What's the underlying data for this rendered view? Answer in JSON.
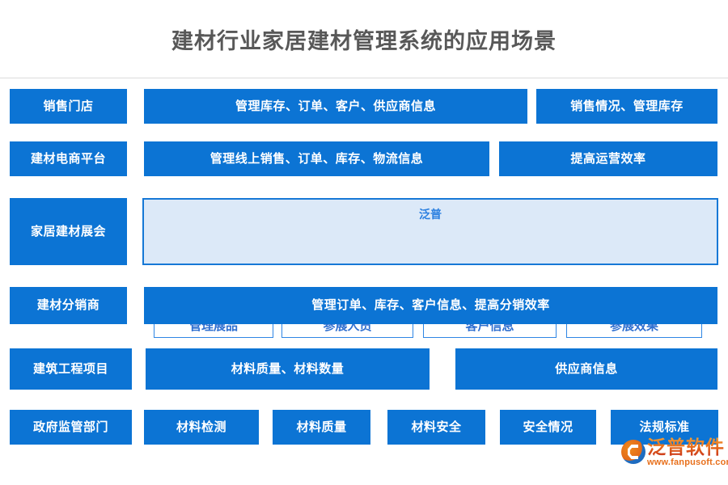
{
  "header": {
    "title": "建材行业家居建材管理系统的应用场景"
  },
  "diagram": {
    "rows": [
      {
        "label": "销售门店",
        "cells": [
          "管理库存、订单、客户、供应商信息",
          "销售情况、管理库存"
        ]
      },
      {
        "label": "建材电商平台",
        "cells": [
          "管理线上销售、订单、库存、物流信息",
          "提高运营效率"
        ]
      },
      {
        "label": "家居建材展会",
        "panel_title": "泛普",
        "cells": [
          "管理展品",
          "参展人员",
          "客户信息",
          "参展效果"
        ]
      },
      {
        "label": "建材分销商",
        "cells": [
          "管理订单、库存、客户信息、提高分销效率"
        ]
      },
      {
        "label": "建筑工程项目",
        "cells": [
          "材料质量、材料数量",
          "供应商信息"
        ]
      },
      {
        "label": "政府监管部门",
        "cells": [
          "材料检测",
          "材料质量",
          "材料安全",
          "安全情况",
          "法规标准"
        ]
      }
    ]
  },
  "logo": {
    "name": "泛普软件",
    "url": "www.fanpusoft.com"
  },
  "colors": {
    "primary_blue": "#0c74d4",
    "panel_fill": "#dce9f8",
    "panel_border": "#1678d6",
    "subbox_text": "#2f6fd0",
    "title_gray": "#585858",
    "logo_orange": "#e8701c"
  }
}
